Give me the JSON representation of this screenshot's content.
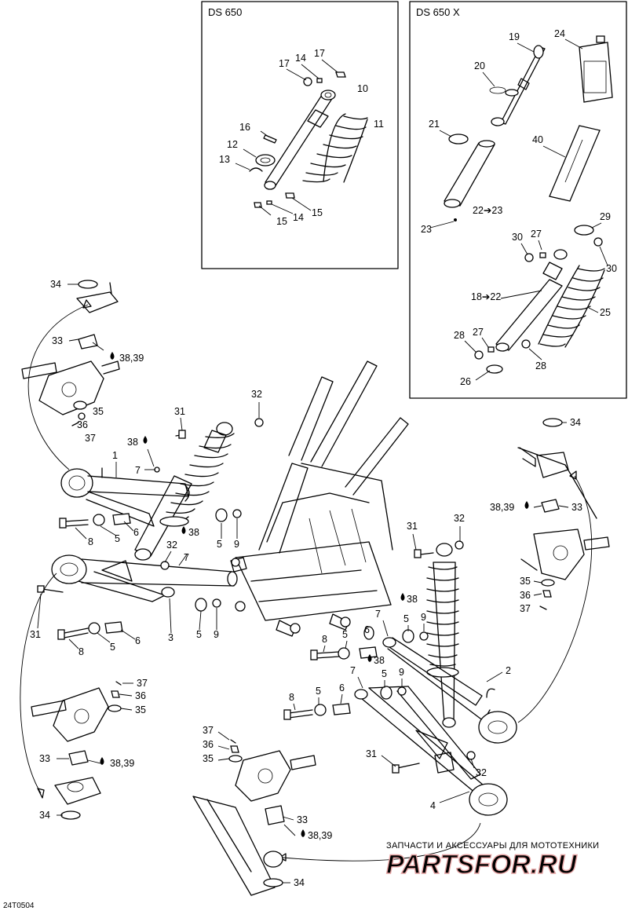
{
  "panels": {
    "left_title": "DS 650",
    "right_title": "DS 650 X"
  },
  "drawing_code": "24T0504",
  "watermark": {
    "line1": "ЗАПЧАСТИ И АКСЕССУАРЫ ДЛЯ МОТОТЕХНИКИ",
    "line2": "PARTSFOR.RU"
  },
  "callouts": {
    "c1": "1",
    "c2": "2",
    "c3": "3",
    "c4": "4",
    "c5": "5",
    "c6": "6",
    "c7": "7",
    "c8": "8",
    "c9": "9",
    "c10": "10",
    "c11": "11",
    "c12": "12",
    "c13": "13",
    "c14": "14",
    "c15": "15",
    "c16": "16",
    "c17": "17",
    "c19": "19",
    "c20": "20",
    "c21": "21",
    "c22to23": "22➔23",
    "c23": "23",
    "c24": "24",
    "c25": "25",
    "c26": "26",
    "c27": "27",
    "c28": "28",
    "c29": "29",
    "c30": "30",
    "c18to22": "18➔22",
    "c31": "31",
    "c32": "32",
    "c33": "33",
    "c34": "34",
    "c35": "35",
    "c36": "36",
    "c37": "37",
    "c38": "38",
    "c3839": "38,39",
    "c40": "40"
  },
  "icons": {
    "lubricant": "oil-drop-icon"
  }
}
